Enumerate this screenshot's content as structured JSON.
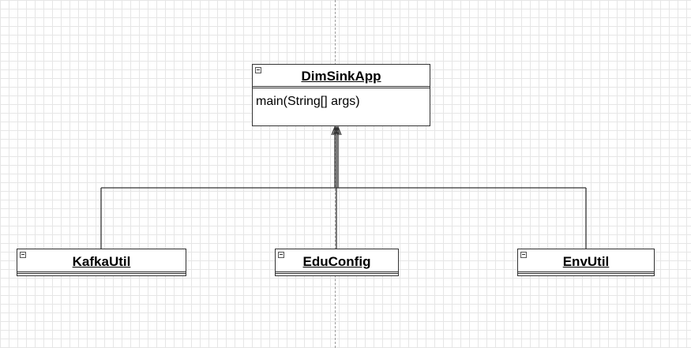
{
  "diagram": {
    "main_class": {
      "name": "DimSinkApp",
      "methods": [
        "main(String[] args)"
      ]
    },
    "dependencies": [
      {
        "name": "KafkaUtil"
      },
      {
        "name": "EduConfig"
      },
      {
        "name": "EnvUtil"
      }
    ],
    "colors": {
      "line": "#333333",
      "grid": "#e6e6e6",
      "background": "#ffffff"
    },
    "icons": {
      "collapse": "collapse-minus-icon",
      "arrowhead": "open-arrowhead-icon"
    }
  }
}
